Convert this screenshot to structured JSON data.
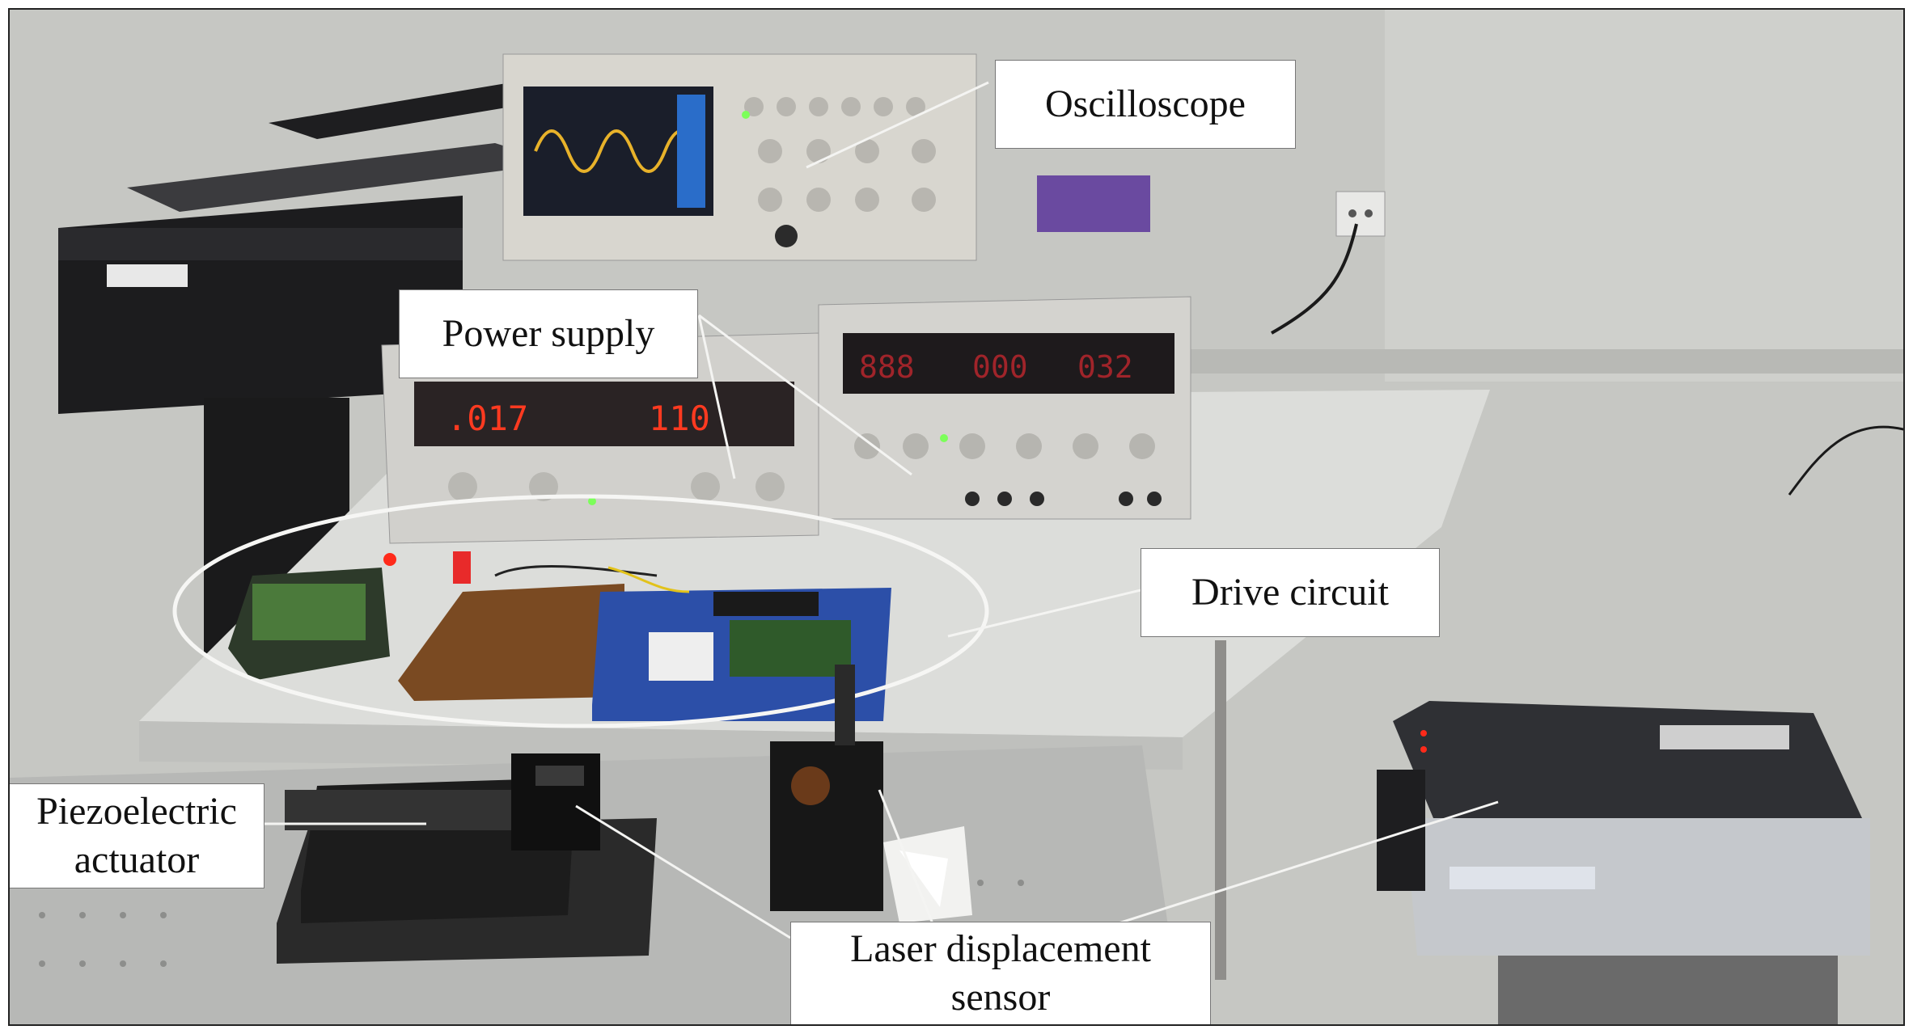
{
  "figure": {
    "labels": {
      "oscilloscope": "Oscilloscope",
      "power_supply": "Power supply",
      "drive_circuit": "Drive circuit",
      "piezo_line1": "Piezoelectric",
      "piezo_line2": "actuator",
      "laser_line1": "Laser displacement",
      "laser_line2": "sensor"
    },
    "displays": {
      "psu_left_value_a": ".017",
      "psu_left_value_b": "110",
      "psu_right_value_a": "888",
      "psu_right_value_b": "000",
      "psu_right_value_c": "032"
    },
    "colors": {
      "wall": "#c9cac6",
      "table": "#d9dad7",
      "optical_table": "#b9bab8",
      "pcb_blue": "#2c4fa8",
      "pcb_brown": "#7a4a22",
      "led_red": "#ff2a1a",
      "scope_wave": "#e8b22a"
    }
  }
}
